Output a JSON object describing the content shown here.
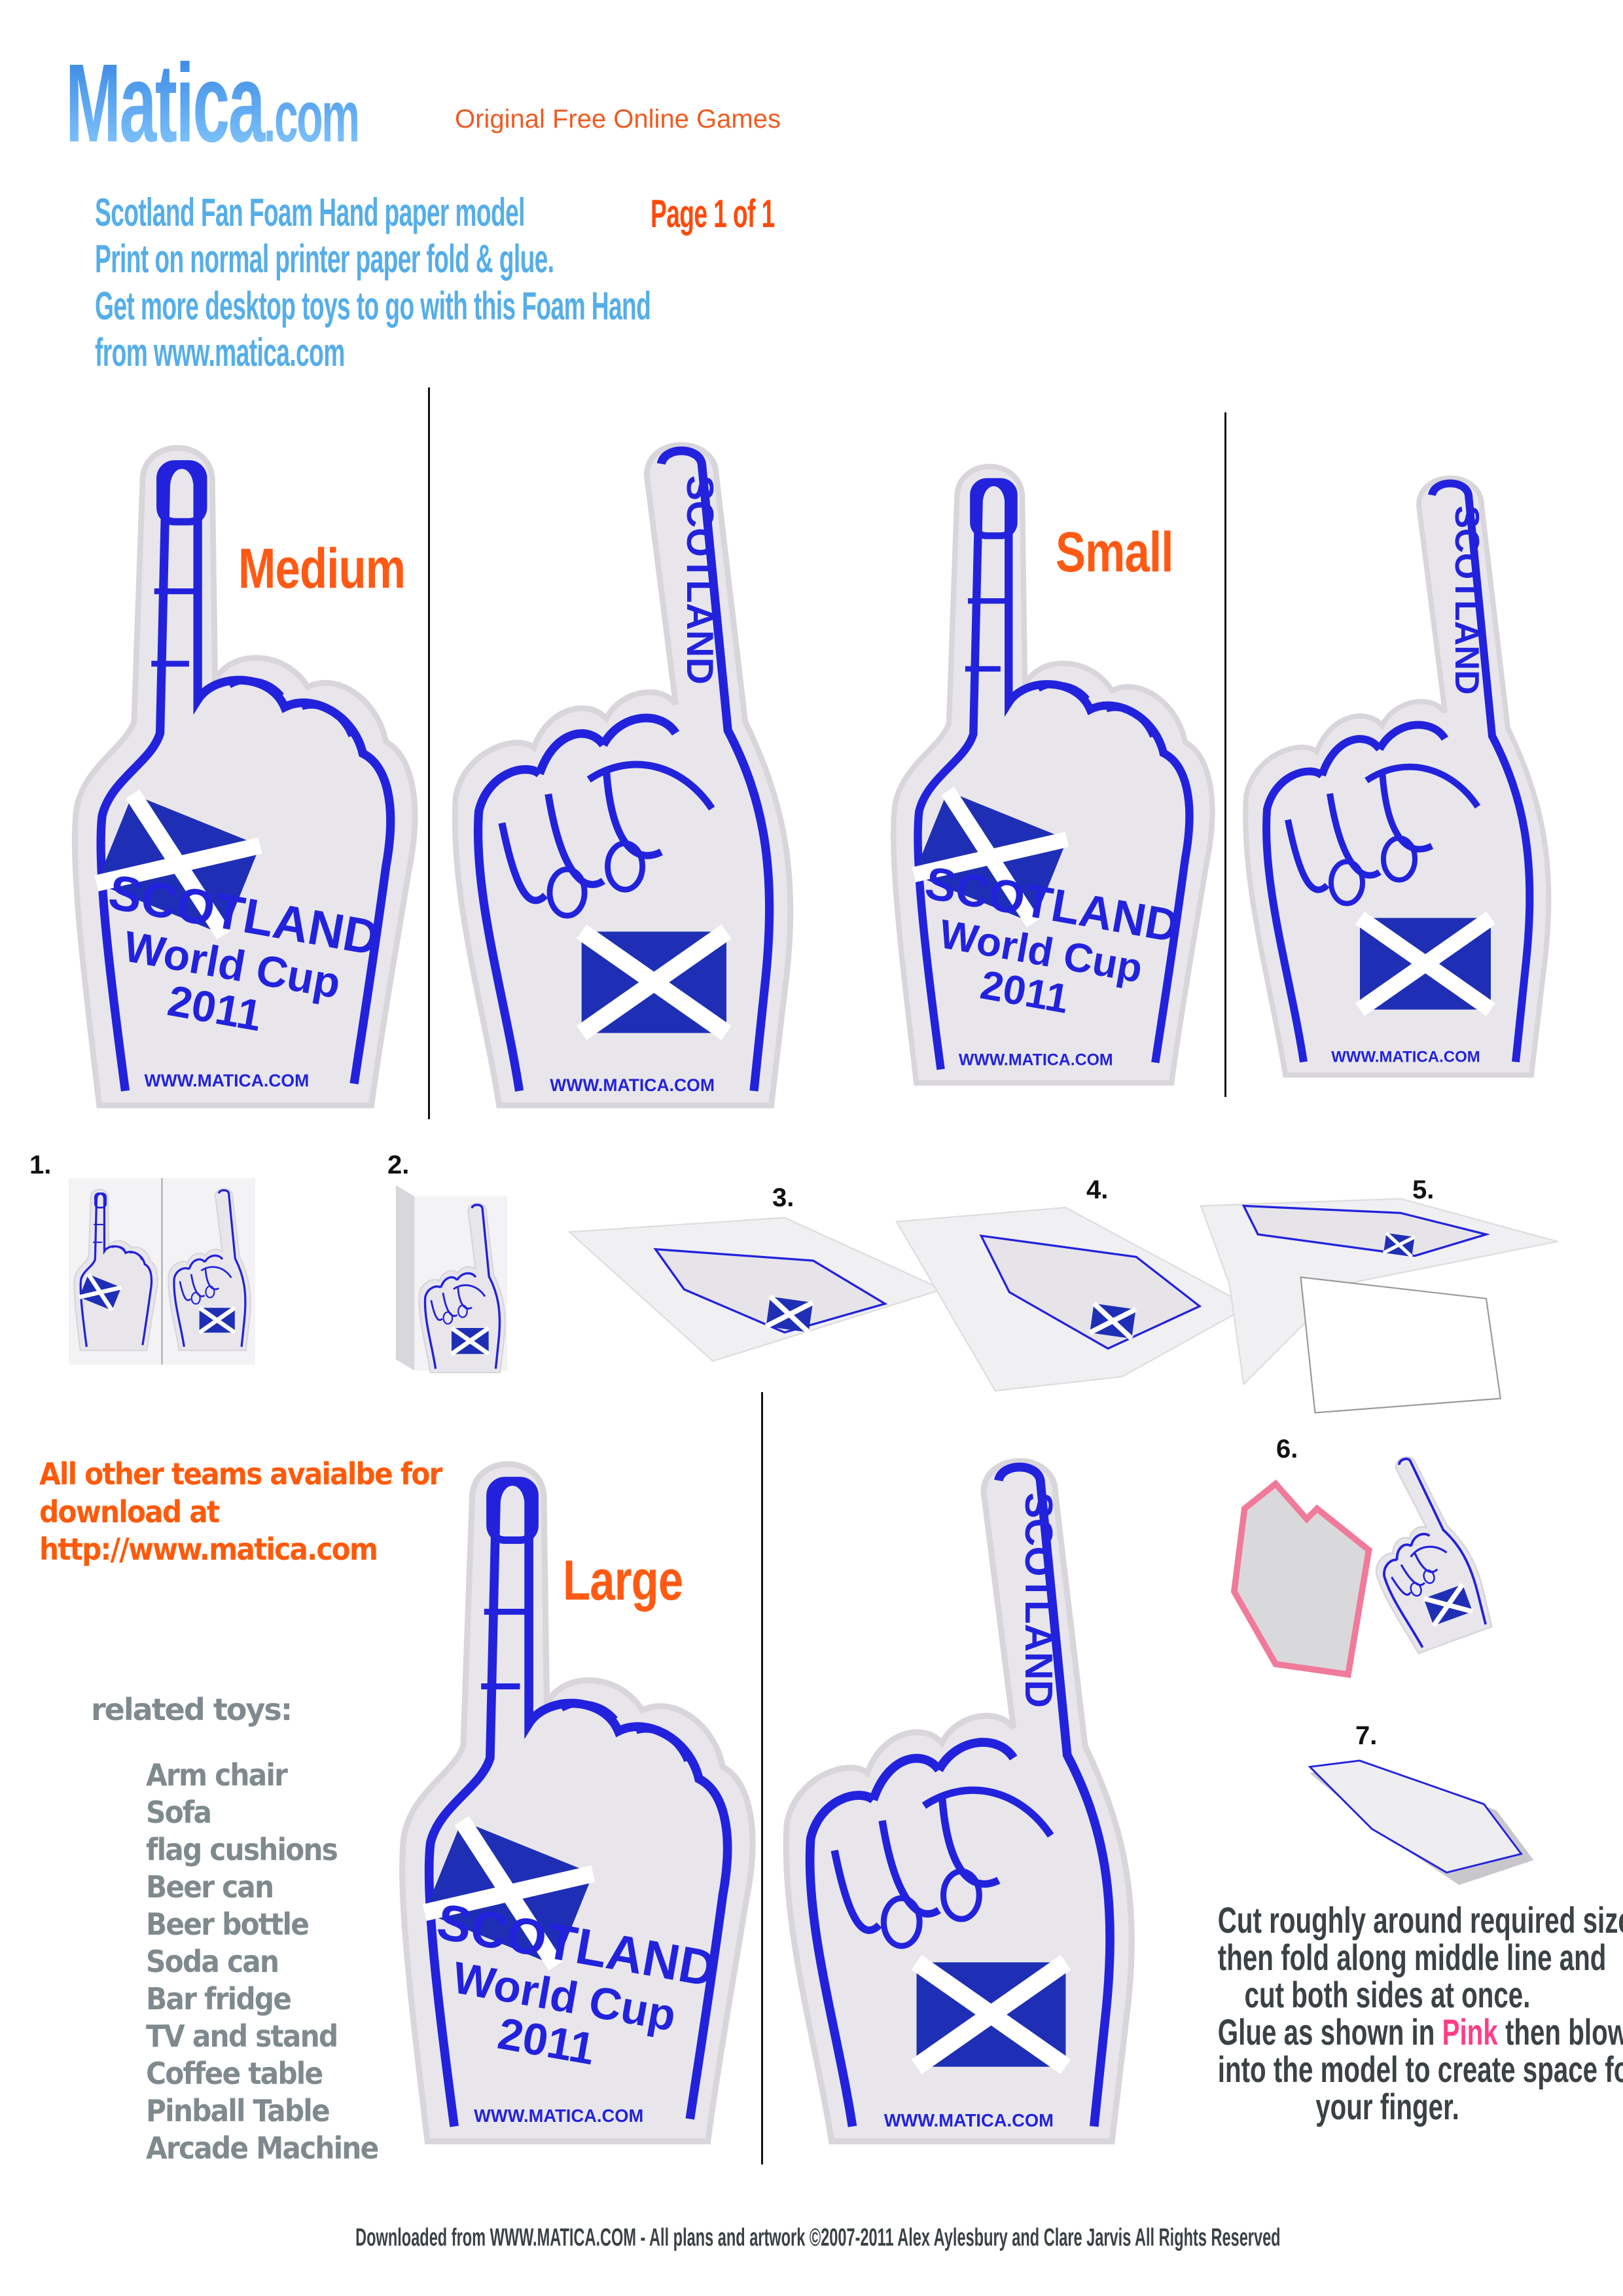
{
  "header": {
    "logo_main": "Matica",
    "logo_suffix": ".com",
    "tagline": "Original Free Online Games",
    "lines": [
      "Scotland Fan Foam Hand paper model",
      "Print on normal printer paper fold & glue.",
      "Get more desktop toys to go with this Foam Hand",
      "from www.matica.com"
    ],
    "page_indicator": "Page 1 of 1"
  },
  "hand_text": {
    "team": "SCOTLAND",
    "event": "World Cup",
    "year": "2011",
    "site": "WWW.MATICA.COM"
  },
  "sizes": {
    "medium": "Medium",
    "small": "Small",
    "large": "Large"
  },
  "steps": [
    "1.",
    "2.",
    "3.",
    "4.",
    "5.",
    "6.",
    "7."
  ],
  "teams_note": [
    "All other teams avaialbe for",
    "download at",
    "http://www.matica.com"
  ],
  "related": {
    "heading": "related toys:",
    "items": [
      "Arm chair",
      "Sofa",
      "flag cushions",
      "Beer can",
      "Beer bottle",
      "Soda can",
      "Bar fridge",
      "TV and stand",
      "Coffee table",
      "Pinball Table",
      "Arcade Machine"
    ]
  },
  "instructions": {
    "line1": "Cut roughly around required size,",
    "line2": "then fold along middle line and",
    "line3": "cut both sides at once.",
    "line4_pre": "Glue as shown in ",
    "line4_pink": "Pink",
    "line4_post": " then blow",
    "line5": "into the model to create space for",
    "line6": "your finger."
  },
  "footer": "Downloaded from WWW.MATICA.COM - All plans and artwork ©2007-2011 Alex Aylesbury and Clare Jarvis All Rights Reserved",
  "colors": {
    "outline": "#2222dd",
    "flag": "#1f2fb5",
    "foam": "#e8e6ea",
    "accent": "#ff5a14",
    "title_blue": "#55aee8",
    "pink": "#ff3d86"
  }
}
